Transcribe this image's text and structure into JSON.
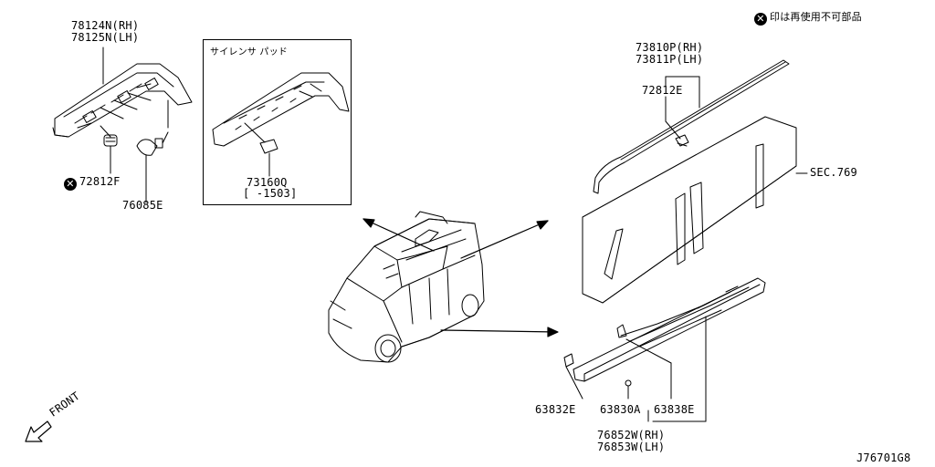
{
  "legend": {
    "symbol": "✕",
    "text": "印は再使用不可部品"
  },
  "diagram_id": "J76701G8",
  "front_label": "FRONT",
  "inset_box": {
    "title": "サイレンサ パッド",
    "part_number": "73160Q",
    "range": "[     -1503]"
  },
  "parts": {
    "spoiler_rh": "78124N(RH)",
    "spoiler_lh": "78125N(LH)",
    "clip_72812f": "72812F",
    "clip_76085e": "76085E",
    "roof_rail_rh": "73810P(RH)",
    "roof_rail_lh": "73811P(LH)",
    "clip_72812e": "72812E",
    "sec_ref": "SEC.769",
    "clip_63832e": "63832E",
    "screw_63830a": "63830A",
    "clip_63838e": "63838E",
    "sill_rh": "76852W(RH)",
    "sill_lh": "76853W(LH)"
  },
  "colors": {
    "line": "#000000",
    "background": "#ffffff"
  }
}
